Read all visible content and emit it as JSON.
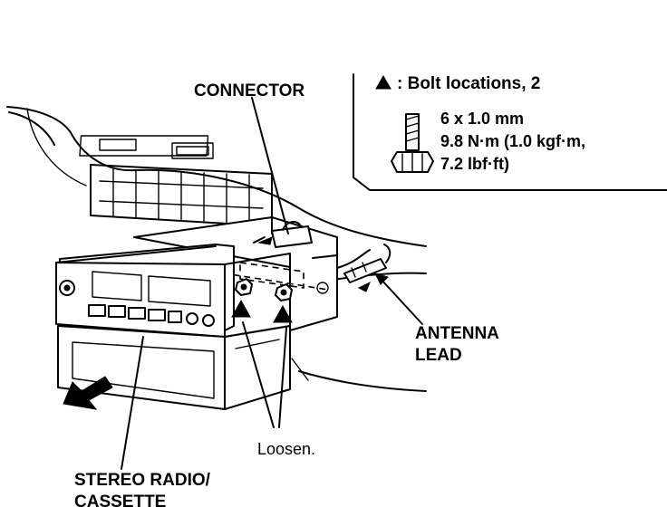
{
  "labels": {
    "connector": "CONNECTOR",
    "bolt_locations": ": Bolt locations, 2",
    "bolt_size": "6 x 1.0 mm",
    "torque_line1": "9.8 N·m (1.0 kgf·m,",
    "torque_line2": "7.2 lbf·ft)",
    "antenna_line1": "ANTENNA",
    "antenna_line2": "LEAD",
    "loosen": "Loosen.",
    "stereo_line1": "STEREO RADIO/",
    "stereo_line2": "CASSETTE"
  },
  "icons": {
    "bolt_marker": "triangle-marker-icon",
    "bolt": "bolt-icon",
    "front_direction": "front-arrow-icon"
  }
}
